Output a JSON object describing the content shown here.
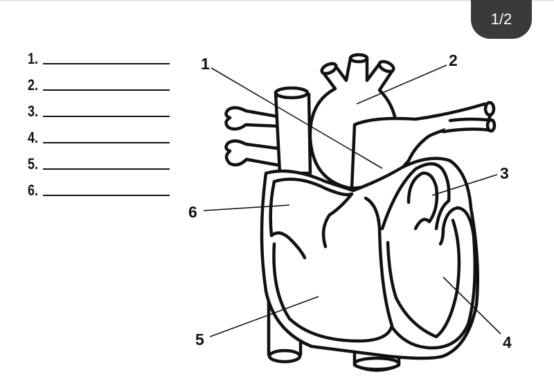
{
  "page_indicator": "1/2",
  "answer_lines": [
    {
      "number": "1."
    },
    {
      "number": "2."
    },
    {
      "number": "3."
    },
    {
      "number": "4."
    },
    {
      "number": "5."
    },
    {
      "number": "6."
    }
  ],
  "diagram_labels": [
    "1",
    "2",
    "3",
    "4",
    "5",
    "6"
  ],
  "colors": {
    "ink": "#111111",
    "badge": "#3a3a3a",
    "background": "#ffffff"
  }
}
